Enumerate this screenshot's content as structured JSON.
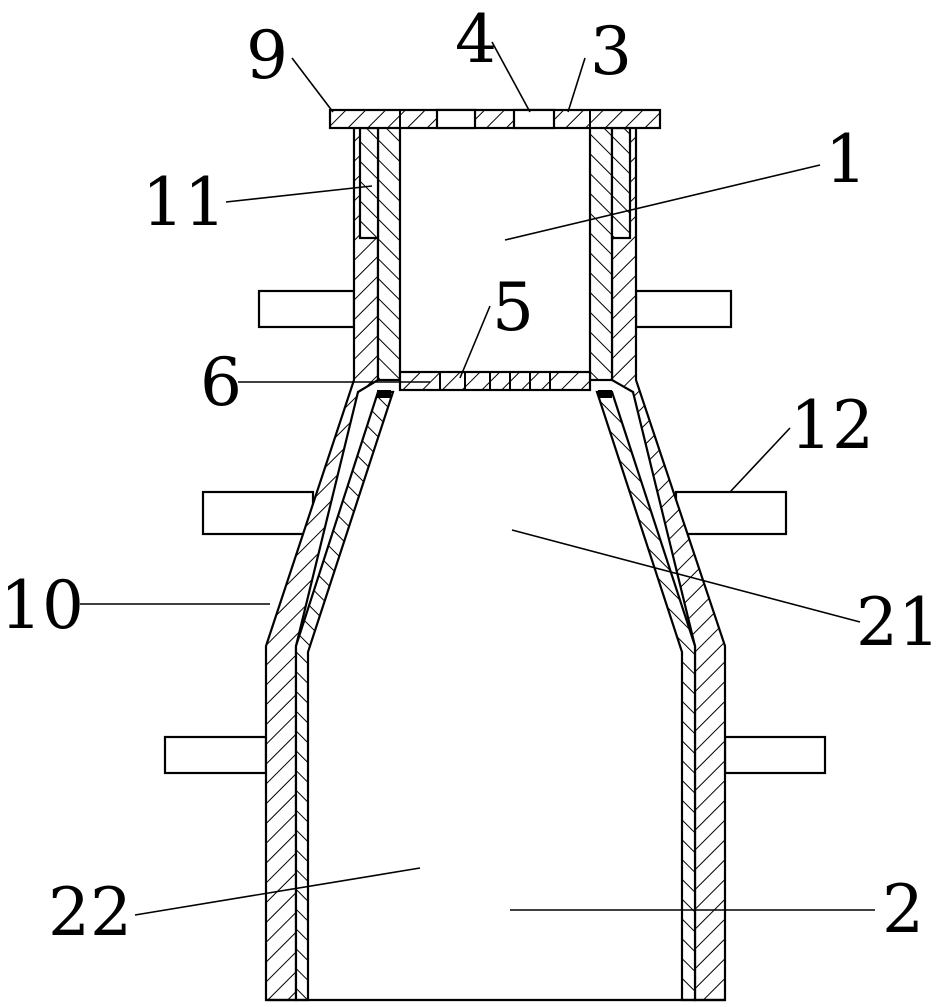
{
  "figure": {
    "labels": {
      "l9": "9",
      "l4": "4",
      "l3": "3",
      "l1": "1",
      "l11": "11",
      "l5": "5",
      "l6": "6",
      "l12": "12",
      "l10": "10",
      "l21": "21",
      "l22": "22",
      "l2": "2"
    }
  }
}
